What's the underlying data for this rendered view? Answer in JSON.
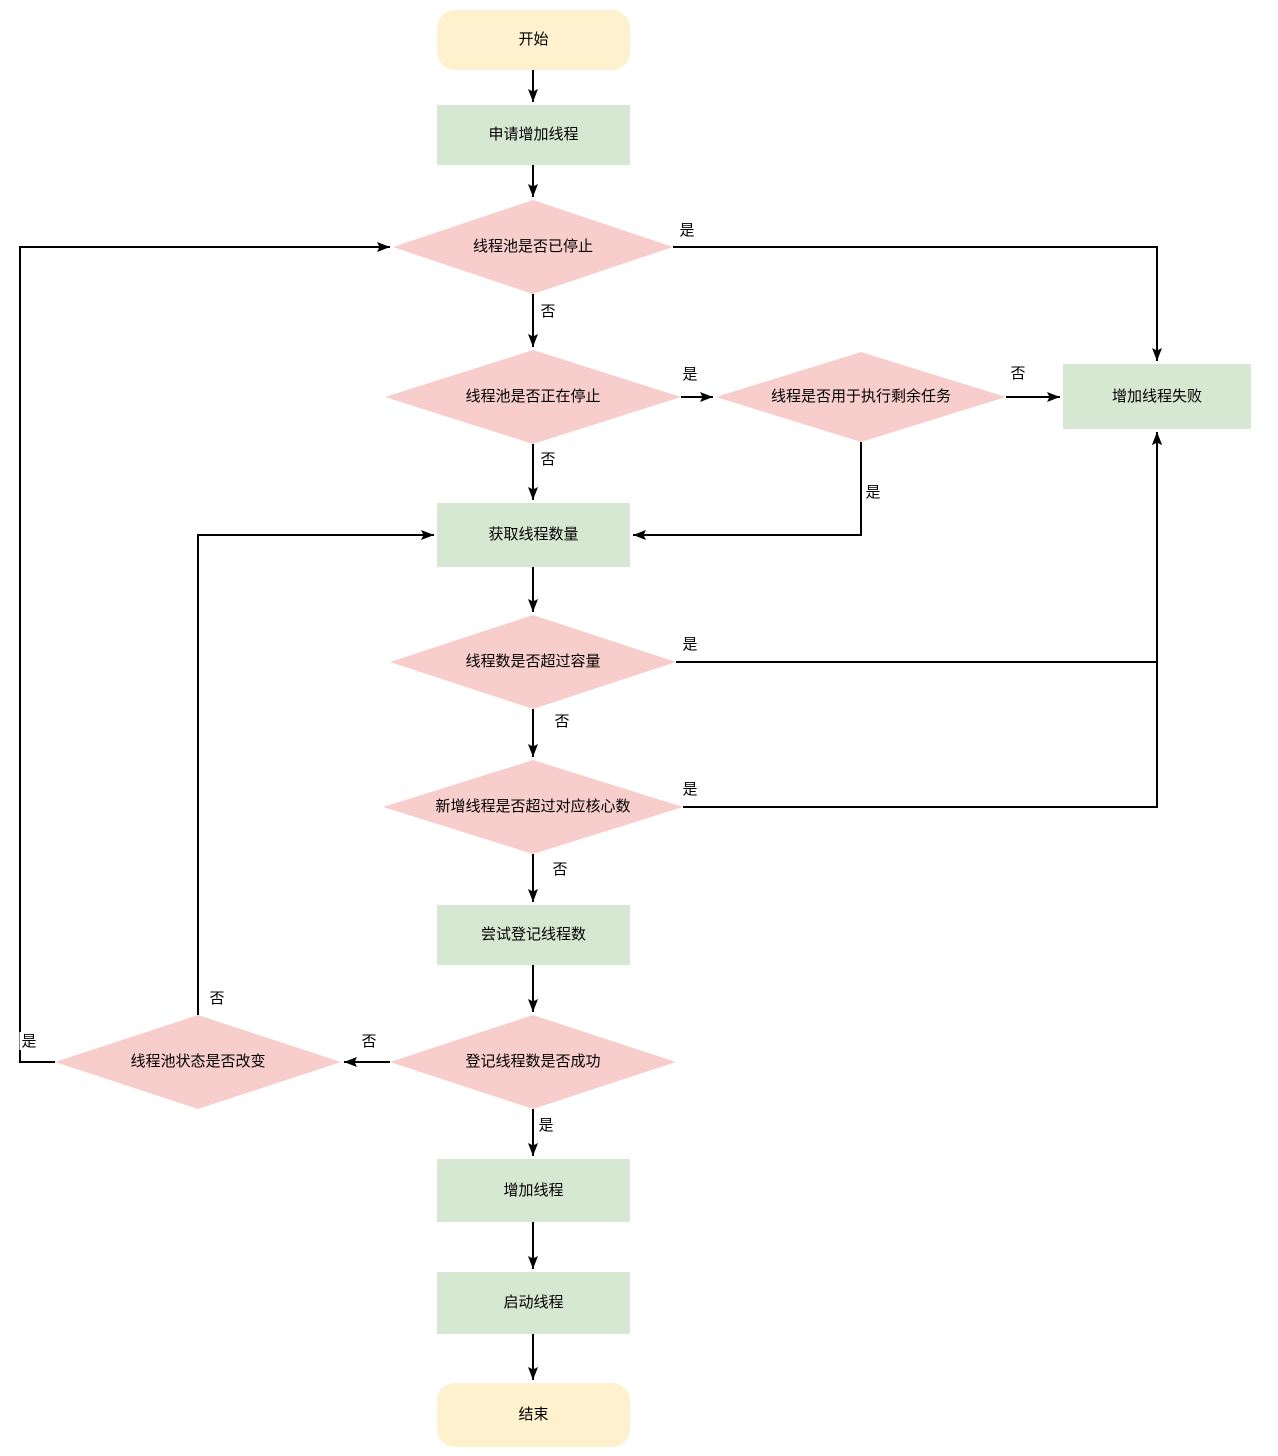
{
  "diagram": {
    "type": "flowchart",
    "language": "zh-CN",
    "colors": {
      "terminal_fill": "#fdf1ce",
      "process_fill": "#d7e8d2",
      "decision_fill": "#f8cecc",
      "line_color": "#000000",
      "background": "#ffffff"
    },
    "nodes": {
      "start": {
        "label": "开始",
        "type": "terminal"
      },
      "apply_add_thread": {
        "label": "申请增加线程",
        "type": "process"
      },
      "pool_stopped": {
        "label": "线程池是否已停止",
        "type": "decision"
      },
      "pool_stopping": {
        "label": "线程池是否正在停止",
        "type": "decision"
      },
      "thread_for_remaining": {
        "label": "线程是否用于执行剩余任务",
        "type": "decision"
      },
      "add_thread_failed": {
        "label": "增加线程失败",
        "type": "process"
      },
      "get_thread_count": {
        "label": "获取线程数量",
        "type": "process"
      },
      "count_over_capacity": {
        "label": "线程数是否超过容量",
        "type": "decision"
      },
      "new_over_core_count": {
        "label": "新增线程是否超过对应核心数",
        "type": "decision"
      },
      "try_register_count": {
        "label": "尝试登记线程数",
        "type": "process"
      },
      "register_success": {
        "label": "登记线程数是否成功",
        "type": "decision"
      },
      "pool_state_changed": {
        "label": "线程池状态是否改变",
        "type": "decision"
      },
      "add_thread": {
        "label": "增加线程",
        "type": "process"
      },
      "start_thread": {
        "label": "启动线程",
        "type": "process"
      },
      "end": {
        "label": "结束",
        "type": "terminal"
      }
    },
    "labels": {
      "yes": "是",
      "no": "否"
    }
  }
}
